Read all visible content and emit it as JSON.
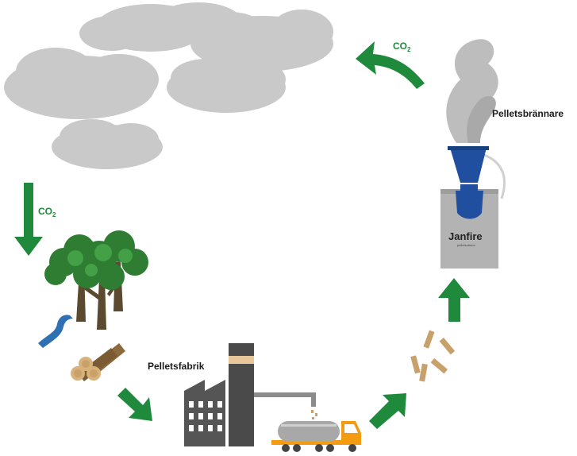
{
  "labels": {
    "burner": "Pelletsbrännare",
    "factory": "Pelletsfabrik"
  },
  "co2": {
    "main": "CO",
    "sub": "2"
  },
  "brand": {
    "name": "Janfire",
    "tagline": "pelletsvärme"
  },
  "colors": {
    "arrow_green": "#1f8a3c",
    "cloud_gray": "#c9c9c9",
    "smoke_gray": "#bdbdbd",
    "tree_green": "#2e7d32",
    "trunk_brown": "#5b4a2f",
    "log_tan": "#c8a06a",
    "water_blue": "#2f6fb3",
    "factory_dark": "#4a4a4a",
    "truck_orange": "#f39c12",
    "tank_gray": "#a8a8a8",
    "burner_blue": "#1f4f9e",
    "burner_body": "#b3b3b3"
  }
}
